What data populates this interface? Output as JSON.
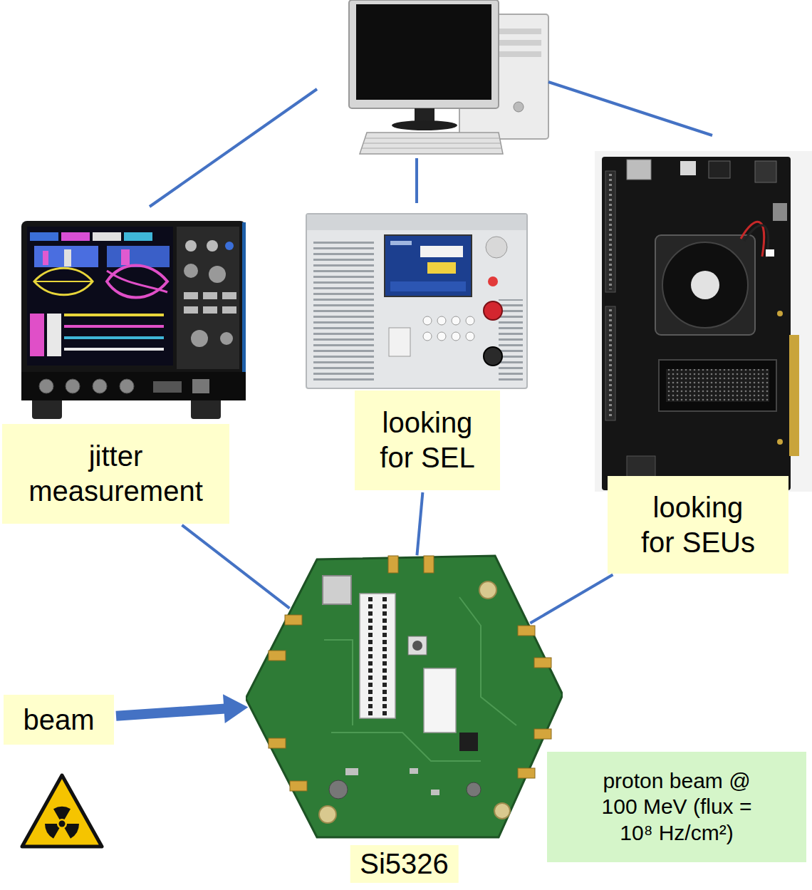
{
  "diagram": {
    "nodes": [
      {
        "text": [
          "jitter measurement"
        ]
      },
      {
        "text": [
          "looking for SEL"
        ]
      },
      {
        "text": [
          "looking for SEUs"
        ]
      },
      {
        "text": [
          "beam"
        ]
      },
      {
        "text": [
          "Si5326"
        ]
      },
      {
        "text": [
          "proton beam @ 100 MeV (flux = 10⁸ Hz/cm²)"
        ]
      }
    ],
    "edges": [
      {
        "from": 0,
        "to": 4,
        "arrow": "none"
      },
      {
        "from": 1,
        "to": 4,
        "arrow": "none"
      },
      {
        "from": 2,
        "to": 4,
        "arrow": "none"
      },
      {
        "from": 3,
        "to": 4,
        "arrow": "to"
      }
    ]
  }
}
